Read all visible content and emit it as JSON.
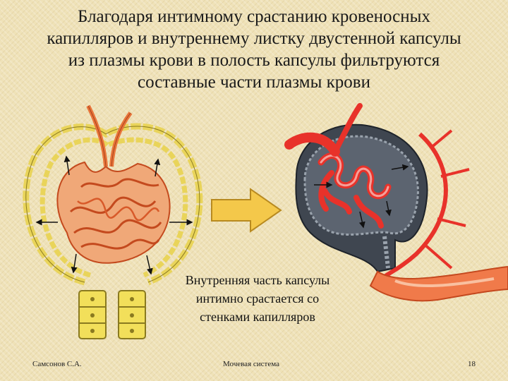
{
  "slide": {
    "title_lines": [
      "Благодаря интимному срастанию кровеносных",
      "капилляров и внутреннему листку двустенной капсулы",
      "из плазмы крови в полость капсулы фильтруются",
      "составные части плазмы крови"
    ],
    "caption_lines": [
      "Внутренняя часть капсулы",
      "интимно срастается со",
      "стенками капилляров"
    ]
  },
  "footer": {
    "author": "Самсонов С.А.",
    "topic": "Мочевая система",
    "page": "18"
  },
  "colors": {
    "background": "#efe2b8",
    "capillary": "#e8743a",
    "capsule_wall": "#e9d45a",
    "arrow_fill": "#f4c84a",
    "artery": "#e8322a",
    "capsule_dark": "#3f4650"
  },
  "icons": [
    "right-arrow-icon"
  ]
}
